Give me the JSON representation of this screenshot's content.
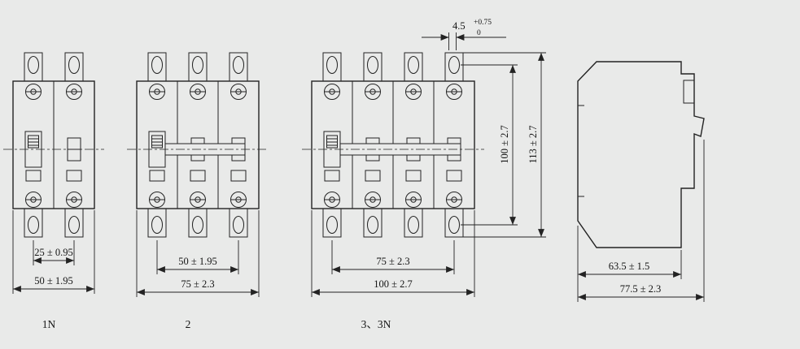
{
  "drawing": {
    "bg": "#e9eae9",
    "line_color": "#232323",
    "units": {
      "u1": {
        "caption": "1N",
        "dim_inner": "25 ± 0.95",
        "dim_outer": "50 ± 1.95"
      },
      "u2": {
        "caption": "2",
        "dim_inner": "50 ± 1.95",
        "dim_outer": "75 ± 2.3"
      },
      "u3": {
        "caption": "3、3N",
        "dim_inner": "75 ± 2.3",
        "dim_outer": "100 ± 2.7"
      }
    },
    "height_dims": {
      "inner": "100 ± 2.7",
      "outer": "113 ± 2.7"
    },
    "terminal_dim": {
      "value": "4.5",
      "tol_upper": "+0.75",
      "tol_lower": "0"
    },
    "side_view": {
      "dim_body": "63.5 ± 1.5",
      "dim_overall": "77.5 ± 2.3"
    }
  }
}
